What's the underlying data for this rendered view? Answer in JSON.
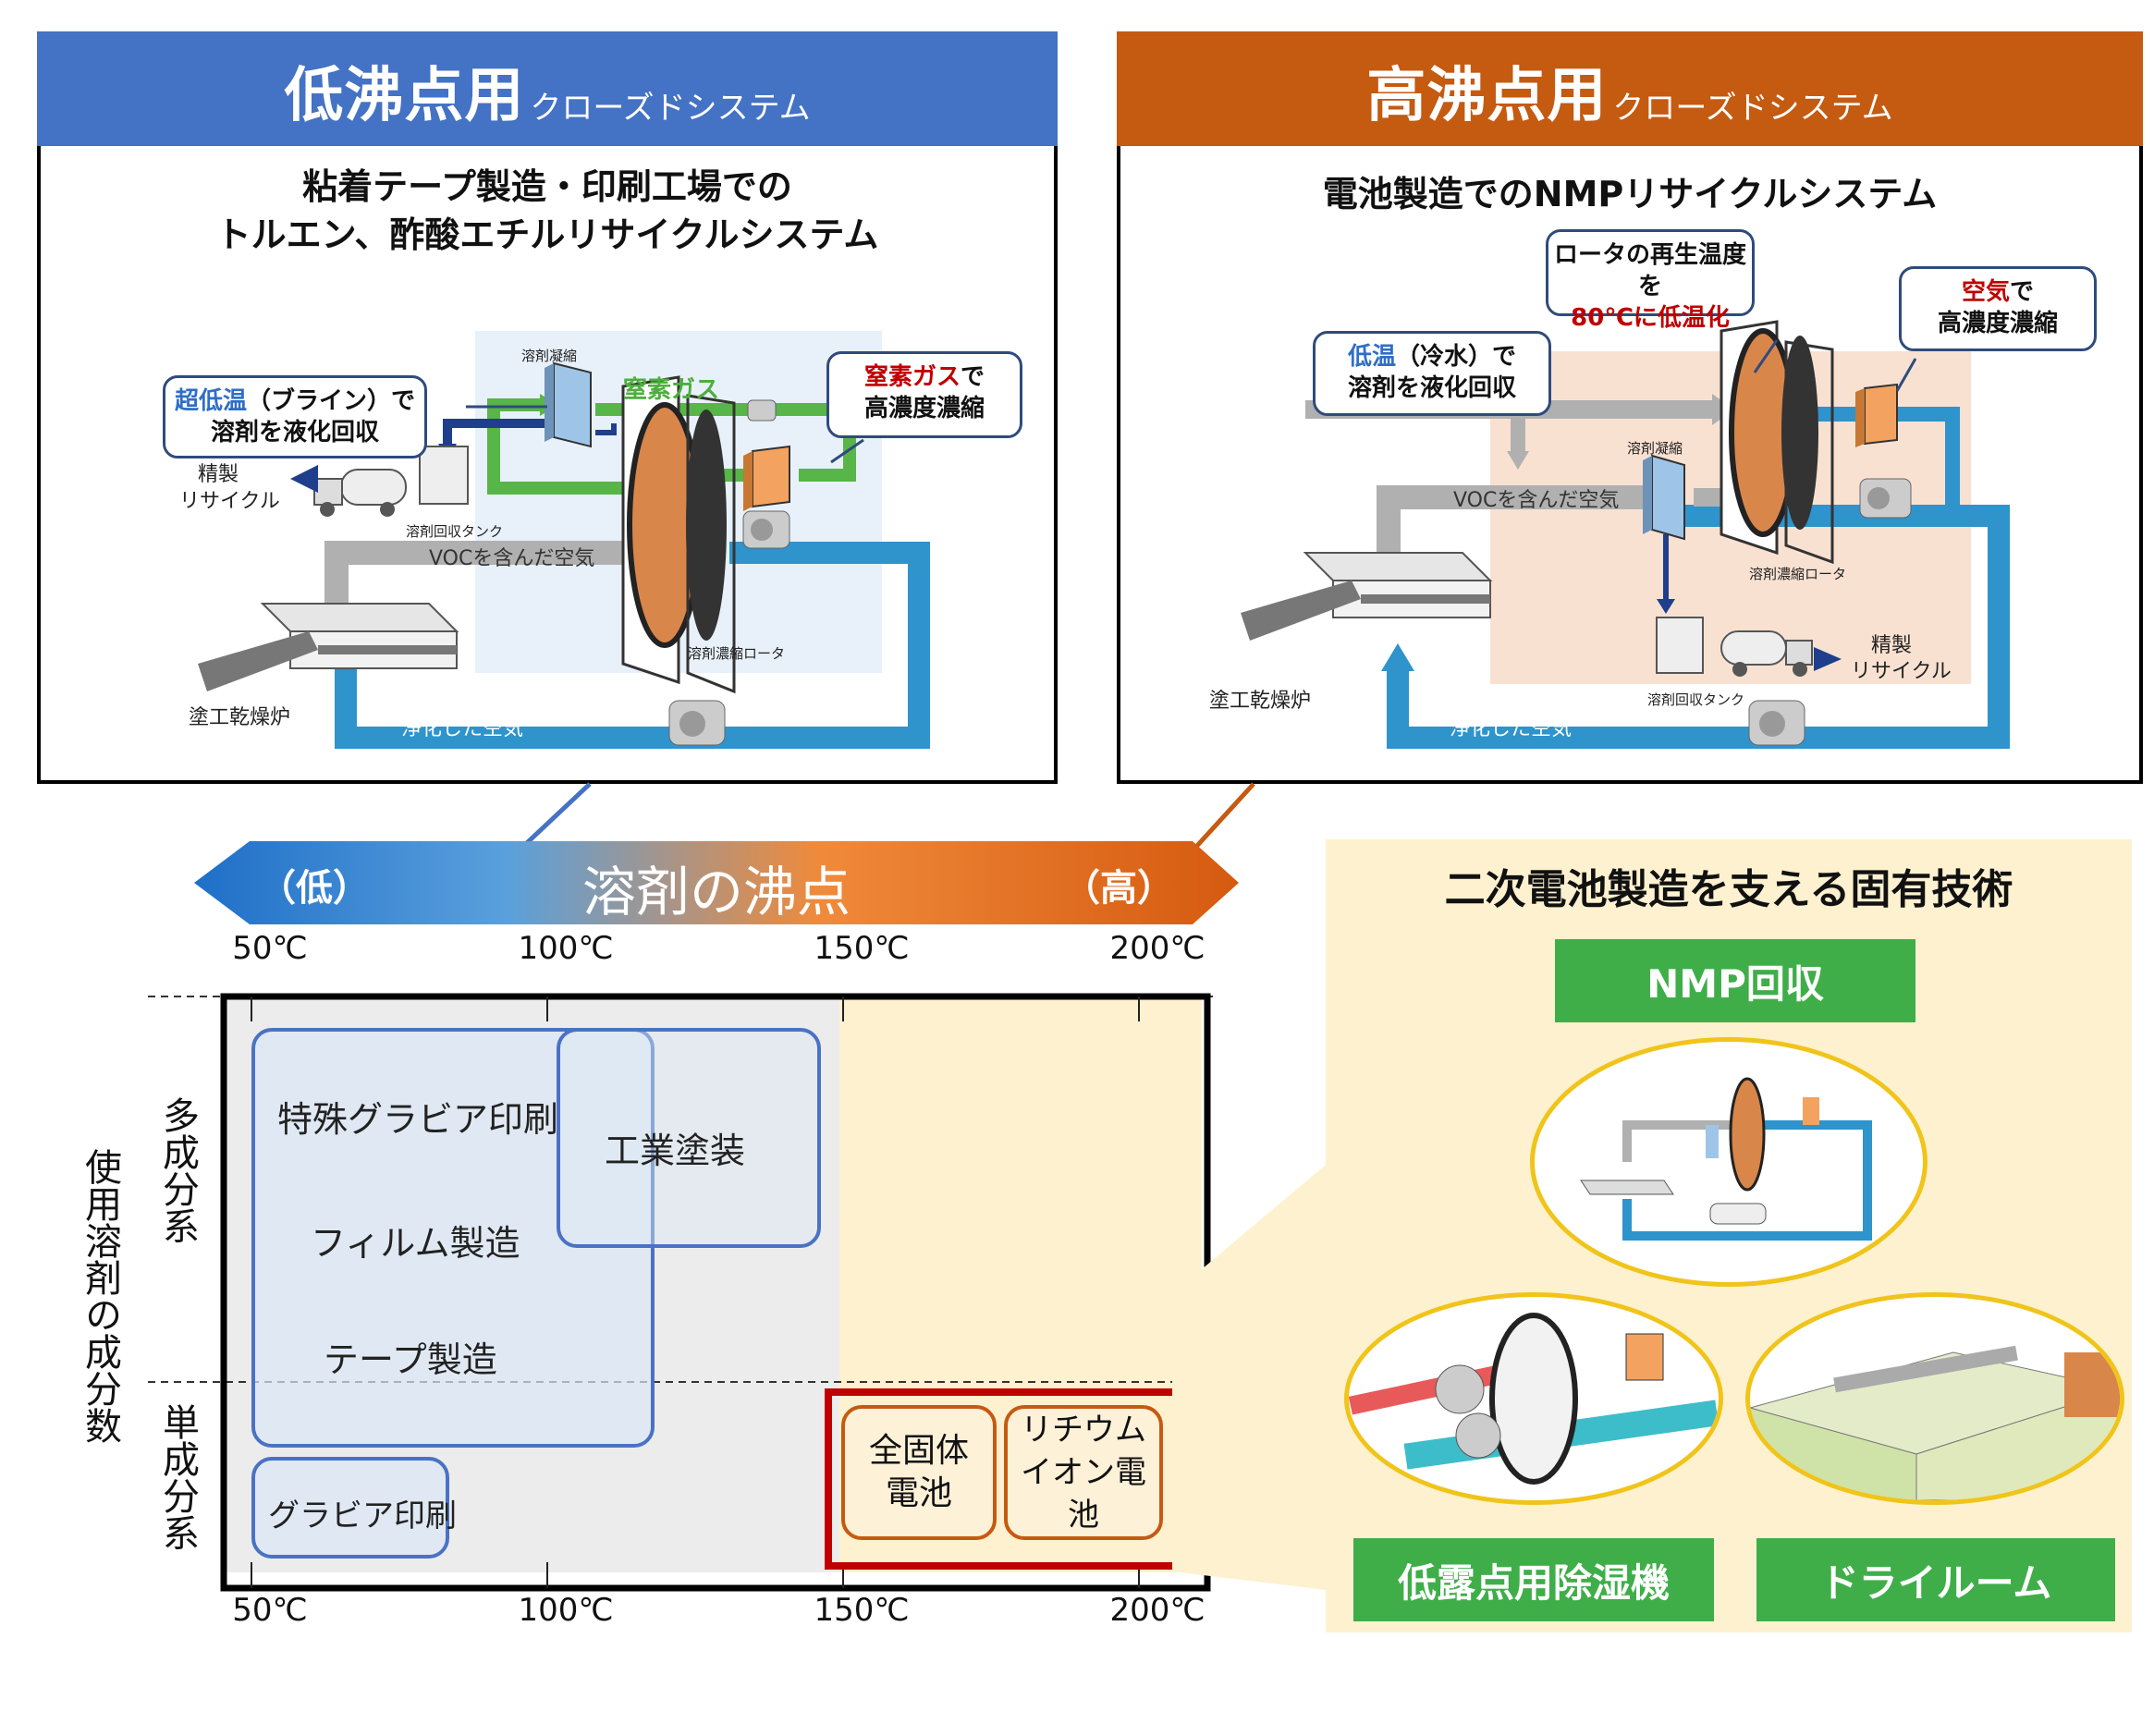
{
  "left_panel": {
    "header_big": "低沸点用",
    "header_small": "クローズドシステム",
    "header_color": "#4472c4",
    "title_line1": "粘着テープ製造・印刷工場での",
    "title_line2": "トルエン、酢酸エチルリサイクルシステム",
    "callout1_blue": "超低温",
    "callout1_rest": "（ブライン）で",
    "callout1_line2": "溶剤を液化回収",
    "callout2_red": "窒素ガス",
    "callout2_rest": "で",
    "callout2_line2": "高濃度濃縮",
    "label_condenser": "溶剤凝縮",
    "label_nitrogen": "窒素ガス",
    "label_refined": "精製",
    "label_recycle": "リサイクル",
    "label_tank": "溶剤回収タンク",
    "label_voc": "VOCを含んだ空気",
    "label_rotor": "溶剤濃縮ロータ",
    "label_oven": "塗工乾燥炉",
    "label_clean": "浄化した空気"
  },
  "right_panel": {
    "header_big": "高沸点用",
    "header_small": "クローズドシステム",
    "header_color": "#c55a11",
    "title": "電池製造でのNMPリサイクルシステム",
    "callout1_line1": "ロータの再生温度を",
    "callout1_line2": "80℃に低温化",
    "callout2_red": "空気",
    "callout2_rest": "で",
    "callout2_line2": "高濃度濃縮",
    "callout3_blue": "低温",
    "callout3_rest": "（冷水）で",
    "callout3_line2": "溶剤を液化回収",
    "label_condenser": "溶剤凝縮",
    "label_voc": "VOCを含んだ空気",
    "label_rotor": "溶剤濃縮ロータ",
    "label_oven": "塗工乾燥炉",
    "label_tank": "溶剤回収タンク",
    "label_refined": "精製",
    "label_recycle": "リサイクル",
    "label_clean": "浄化した空気"
  },
  "boiling_arrow": {
    "low": "（低）",
    "title": "溶剤の沸点",
    "high": "（高）"
  },
  "chart_data": {
    "type": "region-map",
    "title": "溶剤の沸点",
    "xlabel": "溶剤の沸点",
    "ylabel": "使用溶剤の成分数",
    "x_ticks": [
      "50℃",
      "100℃",
      "150℃",
      "200℃"
    ],
    "y_categories": [
      "多成分系",
      "単成分系"
    ],
    "y_label_multi": "多成分系",
    "y_label_single": "単成分系",
    "regions": [
      {
        "name": "特殊グラビア印刷 / フィルム製造 / テープ製造",
        "labels": [
          "特殊グラビア印刷",
          "フィルム製造",
          "テープ製造"
        ],
        "x_range": [
          50,
          115
        ],
        "category": "多成分系"
      },
      {
        "name": "工業塗装",
        "x_range": [
          100,
          145
        ],
        "category": "多成分系"
      },
      {
        "name": "グラビア印刷",
        "x_range": [
          50,
          80
        ],
        "category": "単成分系"
      },
      {
        "name": "全固体電池",
        "line1": "全固体",
        "line2": "電池",
        "x_range": [
          150,
          178
        ],
        "category": "単成分系"
      },
      {
        "name": "リチウムイオン電池",
        "line1": "リチウム",
        "line2": "イオン電池",
        "x_range": [
          178,
          210
        ],
        "category": "単成分系"
      }
    ]
  },
  "tech_panel": {
    "title": "二次電池製造を支える固有技術",
    "btn_nmp": "NMP回収",
    "btn_dehum": "低露点用除湿機",
    "btn_dryroom": "ドライルーム",
    "accent_green": "#3fae49",
    "bg_color": "#fdf1cf"
  }
}
